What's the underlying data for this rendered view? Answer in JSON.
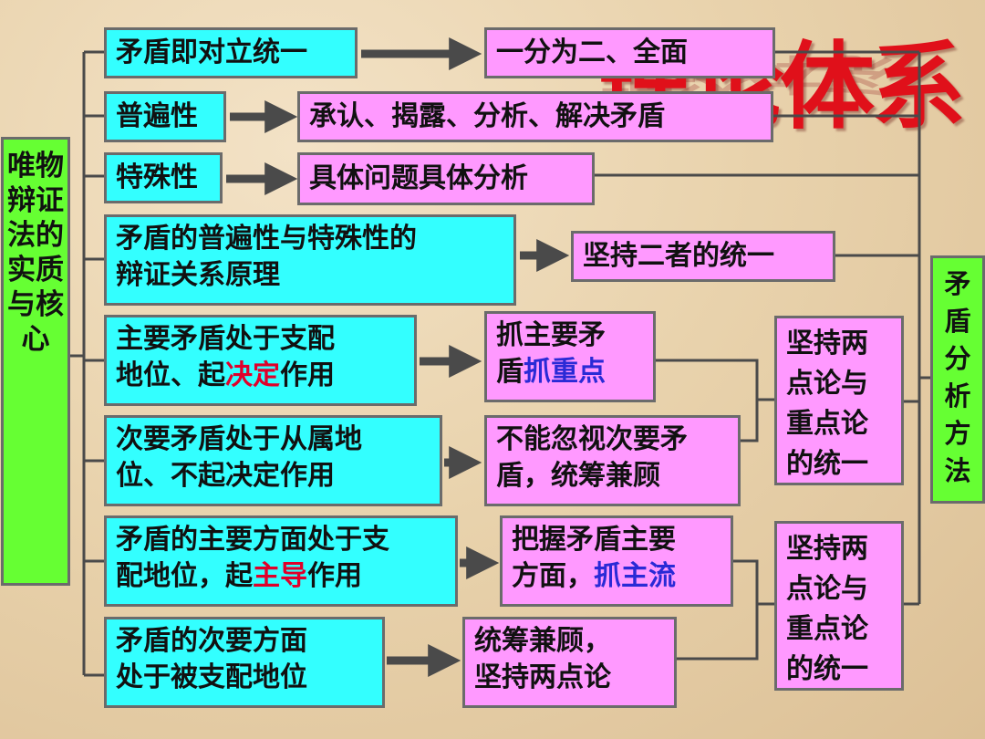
{
  "watermark": "理论体系",
  "left_root": "唯物辩证法的实质与核心",
  "right_root": "矛盾分析方法",
  "rows": [
    {
      "left": "矛盾即对立统一",
      "right": "一分为二、全面"
    },
    {
      "left": "普遍性",
      "right": "承认、揭露、分析、解决矛盾"
    },
    {
      "left": "特殊性",
      "right": "具体问题具体分析"
    },
    {
      "left_l1": "矛盾的普遍性与特殊性的",
      "left_l2": "辩证关系原理",
      "right": "坚持二者的统一"
    },
    {
      "left_l1": "主要矛盾处于支配",
      "left_l2a": "地位、起",
      "left_l2_red": "决定",
      "left_l2b": "作用",
      "right_l1": "抓主要矛",
      "right_l2a": "盾",
      "right_l2_blue": "抓重点"
    },
    {
      "left_l1": "次要矛盾处于从属地",
      "left_l2": "位、不起决定作用",
      "right_l1": "不能忽视次要矛",
      "right_l2": "盾，统筹兼顾"
    },
    {
      "left_l1": "矛盾的主要方面处于支",
      "left_l2a": "配地位，起",
      "left_l2_red": "主导",
      "left_l2b": "作用",
      "right_l1": "把握矛盾主要",
      "right_l2a": "方面，",
      "right_l2_blue": "抓主流"
    },
    {
      "left_l1": "矛盾的次要方面",
      "left_l2": "处于被支配地位",
      "right_l1": "统筹兼顾，",
      "right_l2": "坚持两点论"
    }
  ],
  "combine_boxes": [
    {
      "lines": [
        "坚持两",
        "点论与",
        "重点论",
        "的统一"
      ]
    },
    {
      "lines": [
        "坚持两",
        "点论与",
        "重点论",
        "的统一"
      ]
    }
  ],
  "colors": {
    "cyan": "#33ffff",
    "pink": "#ff99ff",
    "green": "#66ff33",
    "red": "#e0002a",
    "blue": "#2a2ad6"
  }
}
